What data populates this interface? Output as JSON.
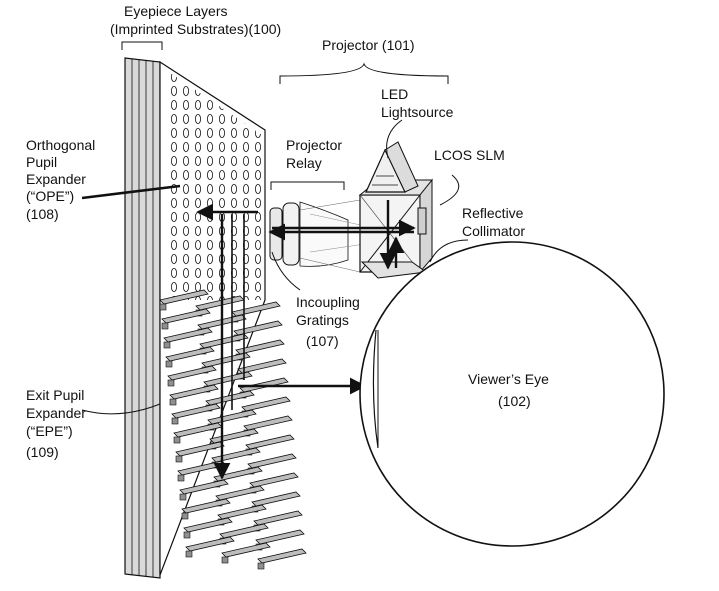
{
  "labels": {
    "eyepiece_line1": "Eyepiece Layers",
    "eyepiece_line2": "(Imprinted Substrates)(100)",
    "projector": "Projector (101)",
    "led_line1": "LED",
    "led_line2": "Lightsource",
    "relay_line1": "Projector",
    "relay_line2": "Relay",
    "lcos": "LCOS SLM",
    "ope_line1": "Orthogonal",
    "ope_line2": "Pupil",
    "ope_line3": "Expander",
    "ope_line4": "(“OPE”)",
    "ope_line5": "(108)",
    "collimator_line1": "Reflective",
    "collimator_line2": "Collimator",
    "incoupling_line1": "Incoupling",
    "incoupling_line2": "Gratings",
    "incoupling_line3": "(107)",
    "eye_line1": "Viewer’s Eye",
    "eye_line2": "(102)",
    "epe_line1": "Exit Pupil",
    "epe_line2": "Expander",
    "epe_line3": "(“EPE”)",
    "epe_line4": "(109)"
  },
  "colors": {
    "ink": "#111111",
    "background": "#ffffff",
    "shade": "#bdbdbd"
  }
}
